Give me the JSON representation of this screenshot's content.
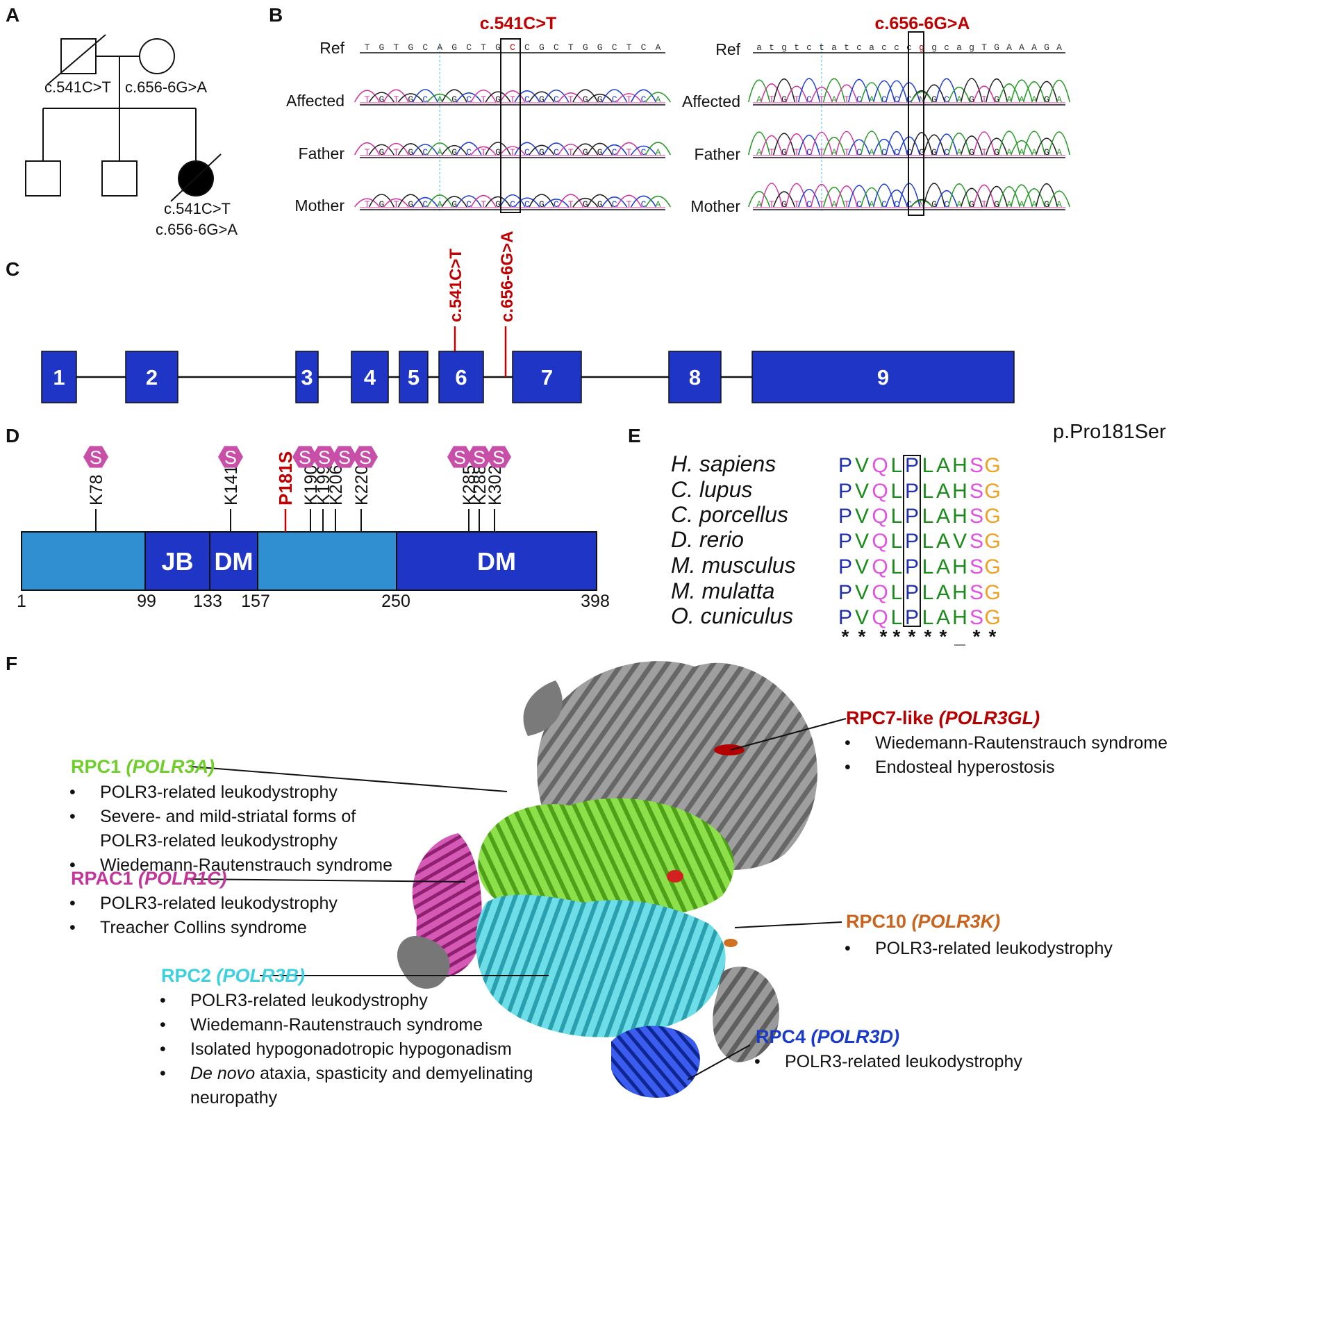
{
  "panels": {
    "A": "A",
    "B": "B",
    "C": "C",
    "D": "D",
    "E": "E",
    "F": "F"
  },
  "colors": {
    "variant_red": "#c00000",
    "exon_blue": "#1f35c6",
    "domain_light": "#2f8fd0",
    "domain_dark": "#1f35c6",
    "sumo_magenta": "#c84fa8",
    "rpc1_green": "#6fce2a",
    "rpac1_magenta": "#c0369a",
    "rpc2_cyan": "#3fd0e0",
    "rpc7_red": "#b40000",
    "rpc10_orange": "#c8641e",
    "rpc4_blue": "#1a3ac8"
  },
  "pedigree": {
    "father_variant": "c.541C>T",
    "mother_variant": "c.656-6G>A",
    "proband_variant_1": "c.541C>T",
    "proband_variant_2": "c.656-6G>A"
  },
  "chromatograms": {
    "left": {
      "title": "c.541C>T",
      "rows": [
        "Ref",
        "Affected",
        "Father",
        "Mother"
      ],
      "ref_seq": [
        "T",
        "G",
        "T",
        "G",
        "C",
        "A",
        "G",
        "C",
        "T",
        "G",
        "C",
        "C",
        "G",
        "C",
        "T",
        "G",
        "G",
        "C",
        "T",
        "C",
        "A"
      ],
      "affected_seq": [
        "T",
        "G",
        "T",
        "G",
        "C",
        "A",
        "G",
        "C",
        "T",
        "G",
        "T",
        "C",
        "G",
        "C",
        "T",
        "G",
        "G",
        "C",
        "T",
        "C",
        "A"
      ],
      "father_seq": [
        "T",
        "G",
        "T",
        "G",
        "C",
        "A",
        "G",
        "C",
        "T",
        "G",
        "T",
        "C",
        "G",
        "C",
        "T",
        "G",
        "G",
        "C",
        "T",
        "C",
        "A"
      ],
      "mother_seq": [
        "T",
        "G",
        "T",
        "G",
        "C",
        "A",
        "G",
        "C",
        "T",
        "G",
        "C",
        "C",
        "G",
        "C",
        "T",
        "G",
        "G",
        "C",
        "T",
        "C",
        "A"
      ]
    },
    "right": {
      "title": "c.656-6G>A",
      "rows": [
        "Ref",
        "Affected",
        "Father",
        "Mother"
      ],
      "ref_seq": [
        "a",
        "t",
        "g",
        "t",
        "c",
        "t",
        "a",
        "t",
        "c",
        "a",
        "c",
        "c",
        "c",
        "g",
        "g",
        "c",
        "a",
        "g",
        "T",
        "G",
        "A",
        "A",
        "A",
        "G",
        "A"
      ],
      "affected_seq": [
        "A",
        "T",
        "G",
        "T",
        "C",
        "T",
        "A",
        "T",
        "C",
        "A",
        "C",
        "C",
        "C",
        "N",
        "G",
        "C",
        "A",
        "G",
        "T",
        "G",
        "A",
        "A",
        "A",
        "G",
        "A"
      ],
      "father_seq": [
        "A",
        "T",
        "G",
        "T",
        "C",
        "T",
        "A",
        "T",
        "C",
        "A",
        "C",
        "C",
        "C",
        "G",
        "G",
        "C",
        "A",
        "G",
        "T",
        "G",
        "A",
        "A",
        "A",
        "G",
        "A"
      ],
      "mother_seq": [
        "A",
        "T",
        "G",
        "T",
        "C",
        "T",
        "A",
        "T",
        "C",
        "A",
        "C",
        "C",
        "C",
        "N",
        "G",
        "C",
        "A",
        "G",
        "T",
        "G",
        "A",
        "A",
        "A",
        "G",
        "A"
      ]
    }
  },
  "gene_structure": {
    "exons": [
      "1",
      "2",
      "3",
      "4",
      "5",
      "6",
      "7",
      "8",
      "9"
    ],
    "variant_exonic": "c.541C>T",
    "variant_intronic": "c.656-6G>A"
  },
  "protein": {
    "domains": [
      {
        "label": "JB"
      },
      {
        "label": "DM"
      },
      {
        "label": "DM"
      }
    ],
    "positions": [
      "1",
      "99",
      "133",
      "157",
      "250",
      "398"
    ],
    "sumo_badge": "S",
    "sites": [
      "K78",
      "K141",
      "K190",
      "K199",
      "K206",
      "K220",
      "K285",
      "K288",
      "K302"
    ],
    "variant": "P181S"
  },
  "alignment": {
    "title": "p.Pro181Ser",
    "species": [
      "H. sapiens",
      "C. lupus",
      "C. porcellus",
      "D. rerio",
      "M. musculus",
      "M. mulatta",
      "O. cuniculus"
    ],
    "sequences": [
      "PVQLPLAHSG",
      "PVQLPLAHSG",
      "PVQLPLAHSG",
      "PVQLPLAVSG",
      "PVQLPLAHSG",
      "PVQLPLAHSG",
      "PVQLPLAHSG"
    ],
    "conservation": [
      "*",
      "*",
      " ",
      "*",
      "*",
      "*",
      "*",
      "*",
      "_",
      "*",
      "*"
    ]
  },
  "structure": {
    "rpc7": {
      "name": "RPC7-like",
      "gene": "(POLR3GL)",
      "diseases": [
        "Wiedemann-Rautenstrauch syndrome",
        "Endosteal hyperostosis"
      ]
    },
    "rpc1": {
      "name": "RPC1",
      "gene": "(POLR3A)",
      "diseases": [
        "POLR3-related leukodystrophy",
        "Severe- and mild-striatal forms of",
        "POLR3-related leukodystrophy",
        "Wiedemann-Rautenstrauch syndrome"
      ]
    },
    "rpac1": {
      "name": "RPAC1",
      "gene": "(POLR1C)",
      "diseases": [
        "POLR3-related leukodystrophy",
        "Treacher Collins syndrome"
      ]
    },
    "rpc10": {
      "name": "RPC10",
      "gene": "(POLR3K)",
      "diseases": [
        "POLR3-related leukodystrophy"
      ]
    },
    "rpc2": {
      "name": "RPC2",
      "gene": "(POLR3B)",
      "diseases": [
        "POLR3-related leukodystrophy",
        "Wiedemann-Rautenstrauch syndrome",
        "Isolated hypogonadotropic hypogonadism"
      ],
      "last_italic": "De novo",
      "last_rest": " ataxia, spasticity and demyelinating",
      "last_cont": "neuropathy"
    },
    "rpc4": {
      "name": "RPC4",
      "gene": "(POLR3D)",
      "diseases": [
        "POLR3-related leukodystrophy"
      ]
    }
  }
}
